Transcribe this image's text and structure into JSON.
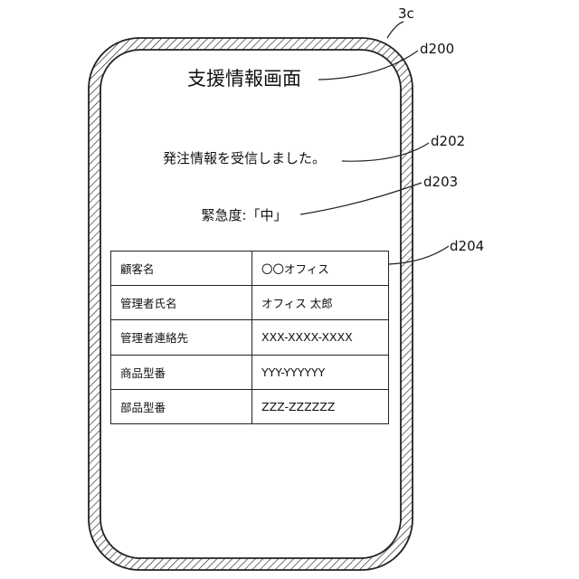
{
  "labels": {
    "device_ref": "3c",
    "title_ref": "d200",
    "message_ref": "d202",
    "urgency_ref": "d203",
    "table_ref": "d204"
  },
  "screen": {
    "title": "支援情報画面",
    "message": "発注情報を受信しました。",
    "urgency": "緊急度:「中」"
  },
  "table": {
    "rows": [
      {
        "key": "顧客名",
        "value": "〇〇オフィス"
      },
      {
        "key": "管理者氏名",
        "value": "オフィス 太郎"
      },
      {
        "key": "管理者連絡先",
        "value": "XXX-XXXX-XXXX"
      },
      {
        "key": "商品型番",
        "value": "YYY-YYYYYY"
      },
      {
        "key": "部品型番",
        "value": "ZZZ-ZZZZZZ"
      }
    ]
  }
}
